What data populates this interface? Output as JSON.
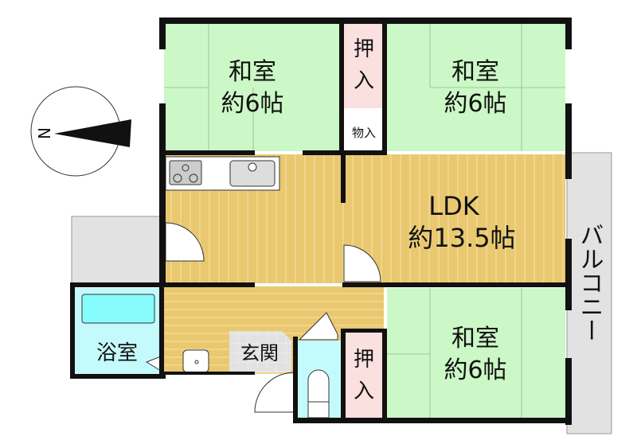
{
  "rooms": {
    "washitsu_top_left": {
      "name": "和室",
      "size": "約6帖"
    },
    "oshiire_top": {
      "name": "押",
      "name2": "入"
    },
    "monoire": {
      "name": "物入"
    },
    "washitsu_top_right": {
      "name": "和室",
      "size": "約6帖"
    },
    "ldk": {
      "name": "LDK",
      "size": "約13.5帖"
    },
    "balcony": {
      "name": "バルコニー"
    },
    "bathroom": {
      "name": "浴室"
    },
    "entrance": {
      "name": "玄関"
    },
    "oshiire_bottom": {
      "name": "押",
      "name2": "入"
    },
    "washitsu_bottom_right": {
      "name": "和室",
      "size": "約6帖"
    }
  },
  "compass": {
    "label": "N"
  },
  "colors": {
    "tatami": "#ccf7c6",
    "closet": "#fbe0e0",
    "floor": "#e9c870",
    "balcony": "#e2e2e2",
    "water": "#c4fafc",
    "tub": "#86fcfc",
    "tile": "#e2e2e2"
  }
}
